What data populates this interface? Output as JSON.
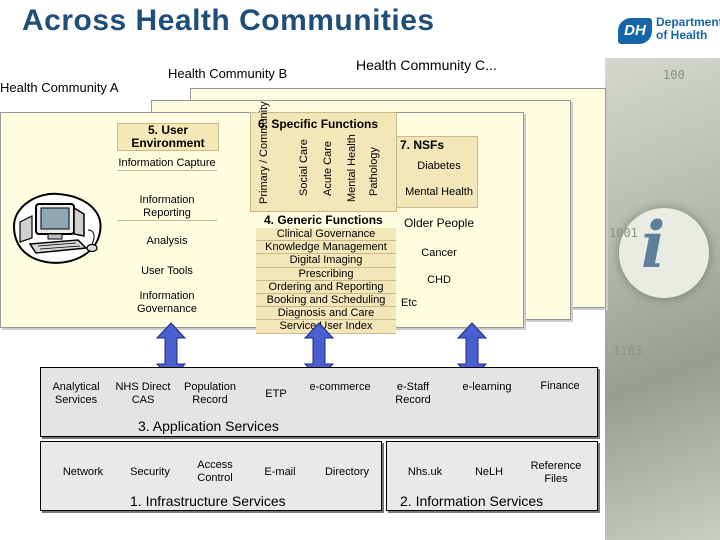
{
  "title": "Across Health Communities",
  "logo": {
    "badge": "DH",
    "line1": "Department",
    "line2": "of Health"
  },
  "communities": {
    "a": "Health Community A",
    "b": "Health Community B",
    "c": "Health Community C..."
  },
  "left_column": {
    "user_env": "5. User Environment",
    "items": [
      "Information Capture",
      "Information Reporting",
      "Analysis",
      "User Tools",
      "Information Governance"
    ]
  },
  "specific": {
    "title": "6. Specific Functions",
    "columns": [
      "Primary / Community",
      "Social Care",
      "Acute Care",
      "Mental Health",
      "Pathology"
    ]
  },
  "generic": {
    "title": "4. Generic Functions",
    "items": [
      "Clinical Governance",
      "Knowledge Management",
      "Digital Imaging",
      "Prescribing",
      "Ordering and Reporting",
      "Booking and Scheduling",
      "Diagnosis and Care",
      "Service User Index"
    ]
  },
  "nsfs": {
    "title": "7. NSFs",
    "items": [
      "Diabetes",
      "Mental Health",
      "Older People",
      "Cancer",
      "CHD",
      "Etc"
    ]
  },
  "application": {
    "title": "3. Application Services",
    "items": [
      "Analytical Services",
      "NHS Direct CAS",
      "Population Record",
      "ETP",
      "e-commerce",
      "e-Staff Record",
      "e-learning",
      "Finance"
    ]
  },
  "infrastructure": {
    "title": "1. Infrastructure Services",
    "items": [
      "Network",
      "Security",
      "Access Control",
      "E-mail",
      "Directory"
    ]
  },
  "information": {
    "title": "2. Information Services",
    "items": [
      "Nhs.uk",
      "NeLH",
      "Reference Files"
    ]
  },
  "photo_numbers": [
    "1001",
    "100",
    "1103"
  ]
}
